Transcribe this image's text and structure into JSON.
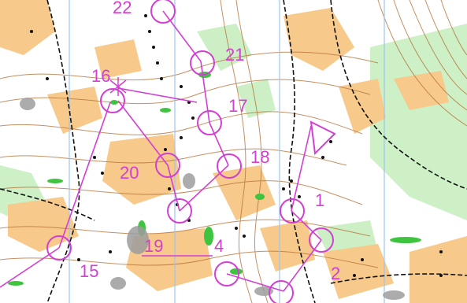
{
  "map": {
    "colors": {
      "background": "#ffffff",
      "open_land": "#f7c98b",
      "light_green": "#c8eec0",
      "green": "#3fc43f",
      "contour": "#b7743a",
      "course": "#d23fd2",
      "blue_line": "#9cc6f2",
      "black_detail": "#111111",
      "rock_grey": "#9d9d9d"
    },
    "controls": [
      {
        "label": "22"
      },
      {
        "label": "21"
      },
      {
        "label": "16"
      },
      {
        "label": "17"
      },
      {
        "label": "18"
      },
      {
        "label": "20"
      },
      {
        "label": "1"
      },
      {
        "label": "19"
      },
      {
        "label": "4"
      },
      {
        "label": "15"
      },
      {
        "label": "2"
      }
    ]
  }
}
